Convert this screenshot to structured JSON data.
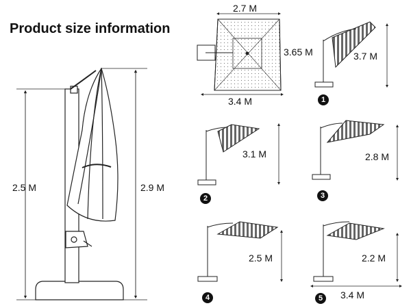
{
  "title": "Product size information",
  "main_view": {
    "pole_height": "2.5 M",
    "total_height": "2.9 M"
  },
  "top_view": {
    "top_width": "2.7 M",
    "bottom_width": "3.4 M",
    "depth": "3.65 M"
  },
  "positions": [
    {
      "badge": "1",
      "height": "3.7 M"
    },
    {
      "badge": "2",
      "height": "3.1 M"
    },
    {
      "badge": "3",
      "height": "2.8 M"
    },
    {
      "badge": "4",
      "height": "2.5 M"
    },
    {
      "badge": "5",
      "height": "2.2 M",
      "width": "3.4 M"
    }
  ]
}
